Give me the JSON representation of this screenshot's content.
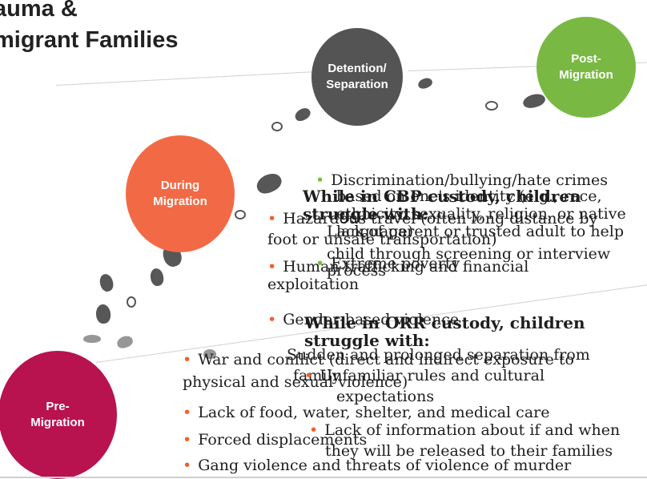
{
  "title": {
    "line1": "auma &",
    "line2": "migrant Families"
  },
  "stages": {
    "detention": "Detention/\nSeparation",
    "post": "Post-\nMigration",
    "during": "During\nMigration",
    "pre": "Pre-\nMigration"
  },
  "colors": {
    "detention": "#545454",
    "post": "#79b943",
    "during": "#f26a45",
    "pre": "#b8124f"
  },
  "post_items": [
    "Discrimination/bullying/hate crimes",
    "based on one's identity (e.g., race,",
    "ethnicity, sexuality, religion, or native",
    "language)",
    "Extreme poverty"
  ],
  "cbp": {
    "heading1": "While in CBP custody, children",
    "heading2": "struggle with:",
    "line3": "Lack of parent or trusted adult to help",
    "line4": "child through screening or interview",
    "line5": "process"
  },
  "orr": {
    "heading1": "While in ORR custody, children",
    "heading2": "struggle with:",
    "items": [
      "Sudden and prolonged separation from",
      "family",
      "Unfamiliar rules and cultural",
      "expectations",
      "Lack of information about if and when",
      "they will be released to their families"
    ]
  },
  "during_items": {
    "i1a": "Hazardous travel (often long distance by",
    "i1b": "foot or unsafe transportation)",
    "i2a": "Human trafficking and financial",
    "i2b": "exploitation",
    "i3": "Gender-based violence"
  },
  "pre_items": [
    "War and conflict (direct and indirect exposure to",
    "physical and sexual violence)",
    "Lack of food, water, shelter, and medical care",
    "Forced displacements",
    "Gang violence and threats of violence of murder"
  ],
  "bullet": "•"
}
